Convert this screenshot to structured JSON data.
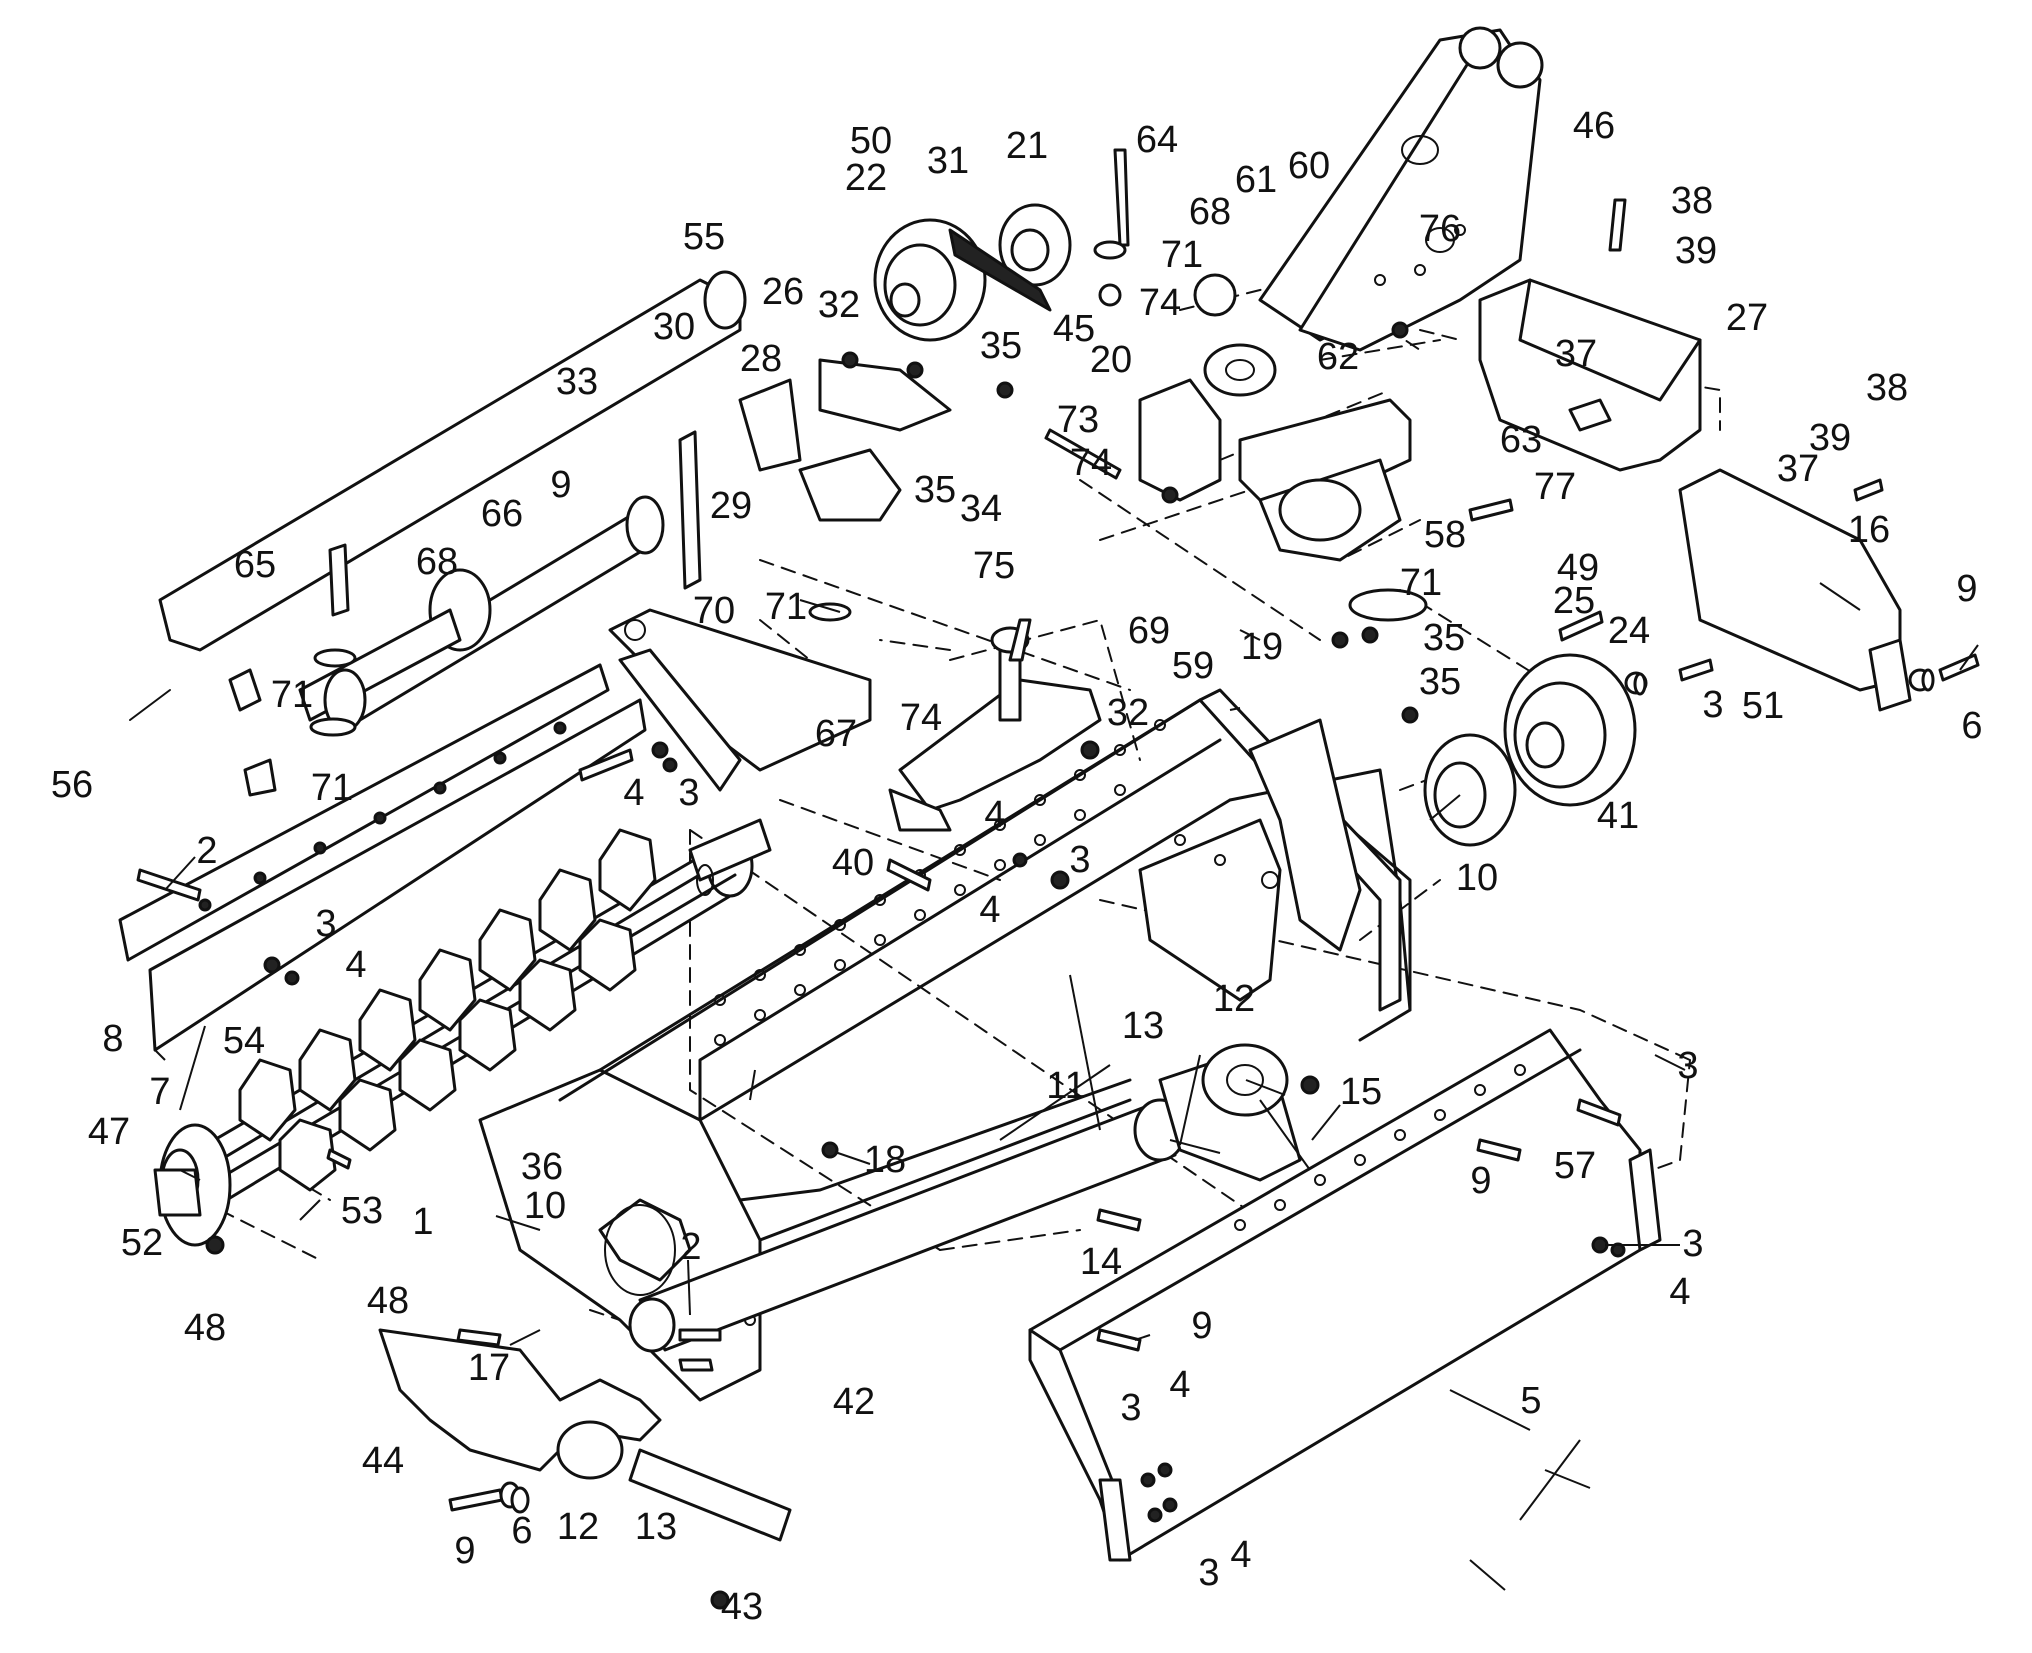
{
  "callouts": [
    "1",
    "2",
    "2",
    "3",
    "3",
    "3",
    "3",
    "3",
    "3",
    "3",
    "3",
    "3",
    "4",
    "4",
    "4",
    "4",
    "4",
    "4",
    "4",
    "4",
    "5",
    "6",
    "6",
    "7",
    "8",
    "9",
    "9",
    "9",
    "9",
    "9",
    "10",
    "10",
    "11",
    "12",
    "12",
    "13",
    "13",
    "14",
    "15",
    "16",
    "17",
    "18",
    "19",
    "20",
    "21",
    "22",
    "24",
    "25",
    "26",
    "27",
    "28",
    "29",
    "30",
    "31",
    "32",
    "32",
    "33",
    "34",
    "35",
    "35",
    "35",
    "35",
    "36",
    "37",
    "37",
    "38",
    "38",
    "39",
    "39",
    "40",
    "41",
    "42",
    "43",
    "44",
    "45",
    "46",
    "47",
    "48",
    "48",
    "49",
    "50",
    "51",
    "52",
    "53",
    "54",
    "55",
    "56",
    "57",
    "58",
    "59",
    "60",
    "61",
    "62",
    "63",
    "64",
    "65",
    "66",
    "67",
    "68",
    "68",
    "69",
    "70",
    "71",
    "71",
    "71",
    "71",
    "71",
    "73",
    "74",
    "74",
    "74",
    "75",
    "76",
    "77"
  ],
  "colors": {
    "ink": "#111111",
    "paper": "#ffffff"
  }
}
